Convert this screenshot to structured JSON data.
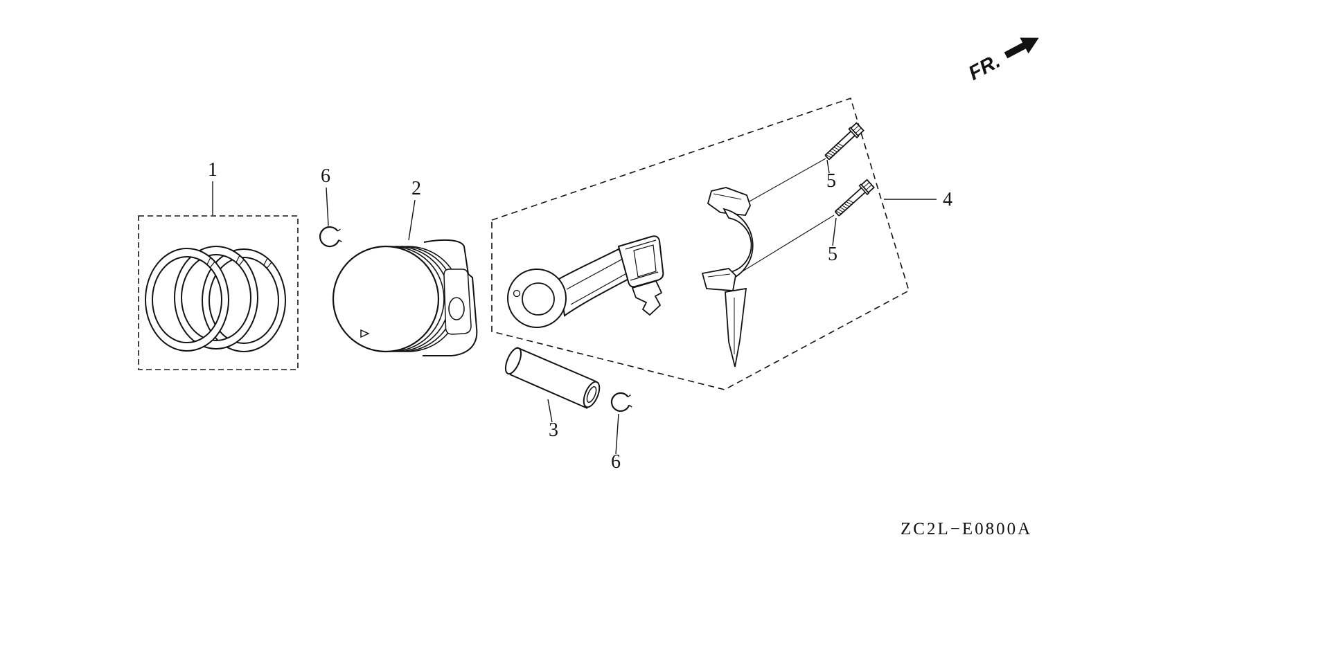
{
  "diagram": {
    "code": "ZC2L−E0800A",
    "direction_label": "FR."
  },
  "callouts": {
    "part1": "1",
    "part2": "2",
    "part3": "3",
    "part4": "4",
    "part5_upper": "5",
    "part5_lower": "5",
    "part6_upper": "6",
    "part6_lower": "6"
  },
  "colors": {
    "line": "#121212",
    "background": "#ffffff"
  }
}
